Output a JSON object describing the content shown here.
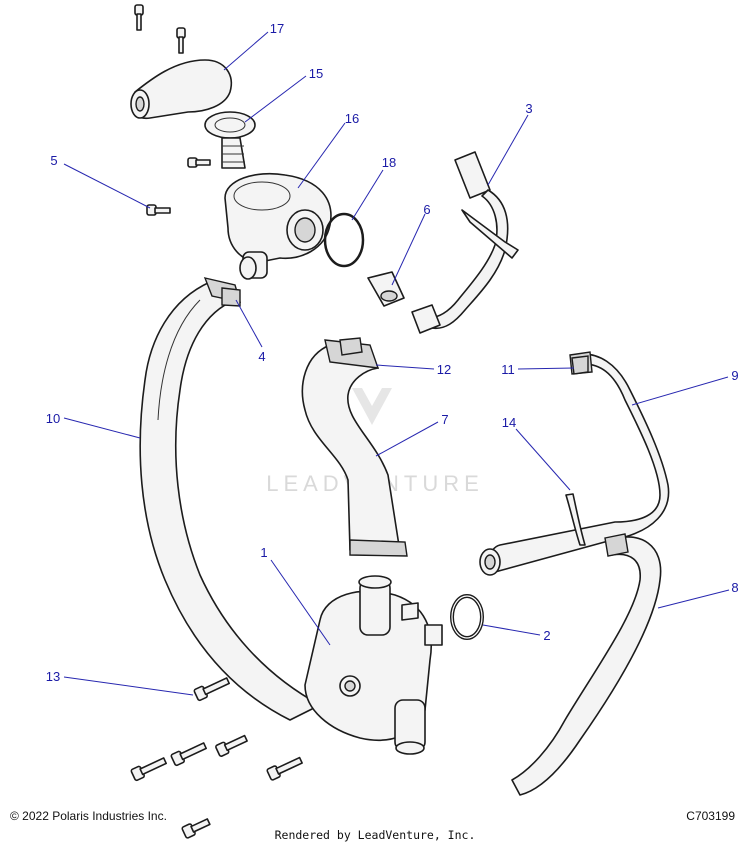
{
  "footer": {
    "copyright": "© 2022 Polaris Industries Inc.",
    "diagram_code": "C703199",
    "rendered_by": "Rendered by LeadVenture, Inc."
  },
  "watermark": "LEADVENTURE",
  "callouts": [
    "1",
    "2",
    "3",
    "4",
    "5",
    "6",
    "7",
    "8",
    "9",
    "10",
    "11",
    "12",
    "13",
    "14",
    "15",
    "16",
    "17",
    "18"
  ]
}
